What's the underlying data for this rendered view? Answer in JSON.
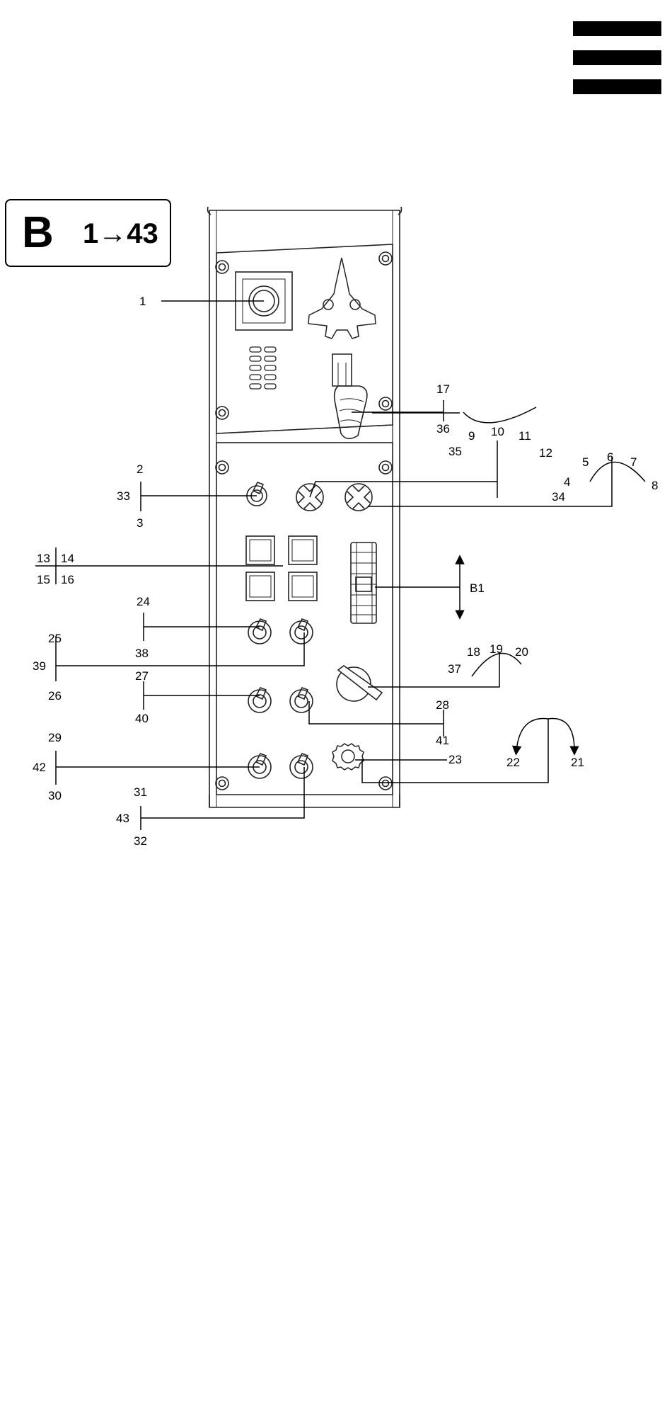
{
  "menu": {
    "icon": "hamburger-menu-icon"
  },
  "section": {
    "letter": "B",
    "range": "1→43"
  },
  "callouts": {
    "c1": "1",
    "c2": "2",
    "c3": "3",
    "c4": "4",
    "c5": "5",
    "c6": "6",
    "c7": "7",
    "c8": "8",
    "c9": "9",
    "c10": "10",
    "c11": "11",
    "c12": "12",
    "c13": "13",
    "c14": "14",
    "c15": "15",
    "c16": "16",
    "c17": "17",
    "c18": "18",
    "c19": "19",
    "c20": "20",
    "c21": "21",
    "c22": "22",
    "c23": "23",
    "c24": "24",
    "c25": "25",
    "c26": "26",
    "c27": "27",
    "c28": "28",
    "c29": "29",
    "c30": "30",
    "c31": "31",
    "c32": "32",
    "c33": "33",
    "c34": "34",
    "c35": "35",
    "c36": "36",
    "c37": "37",
    "c38": "38",
    "c39": "39",
    "c40": "40",
    "c41": "41",
    "c42": "42",
    "c43": "43",
    "b1": "B1"
  }
}
